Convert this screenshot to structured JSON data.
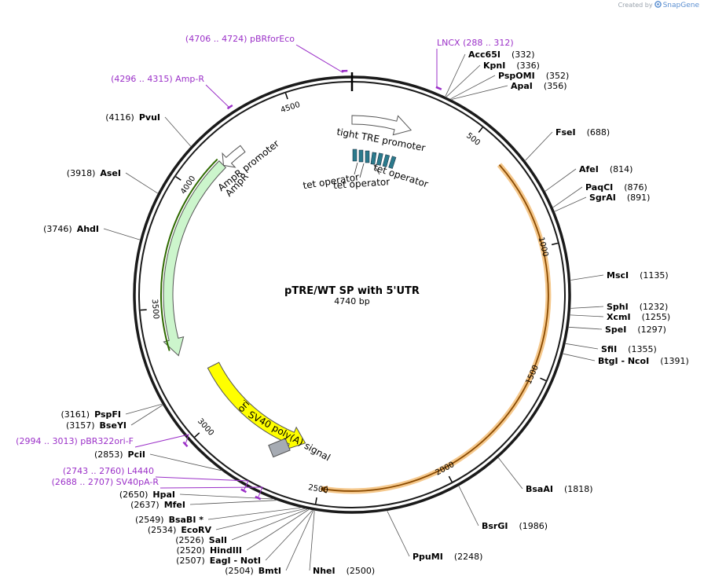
{
  "credit": {
    "prefix": "Created by",
    "brand": "SnapGene",
    "logo_icon": "snapgene-logo-icon"
  },
  "plasmid": {
    "name": "pTRE/WT SP with 5'UTR",
    "length_label": "4740 bp",
    "length": 4740
  },
  "ticks": [
    {
      "bp": 500,
      "label": "500"
    },
    {
      "bp": 1000,
      "label": "1000"
    },
    {
      "bp": 1500,
      "label": "1500"
    },
    {
      "bp": 2000,
      "label": "2000"
    },
    {
      "bp": 2500,
      "label": "2500"
    },
    {
      "bp": 3000,
      "label": "3000"
    },
    {
      "bp": 3500,
      "label": "3500"
    },
    {
      "bp": 4000,
      "label": "4000"
    },
    {
      "bp": 4500,
      "label": "4500"
    }
  ],
  "features": [
    {
      "id": "amp-r-arrow",
      "label": "AmpR",
      "start": 3300,
      "end": 4150,
      "direction": "reverse",
      "color": "#ccf5cc",
      "highlight": "#2f6b00"
    },
    {
      "id": "ampr-promoter-arrow",
      "label": "AmpR promoter",
      "start": 4150,
      "end": 4255,
      "direction": "reverse",
      "color": "#ffffff"
    },
    {
      "id": "tight-tre-promoter-arrow",
      "label": "tight TRE promoter",
      "start": 0,
      "end": 260,
      "direction": "forward",
      "color": "#ffffff"
    },
    {
      "id": "ori-arrow",
      "label": "ori",
      "start": 2600,
      "end": 3200,
      "direction": "reverse",
      "color": "#ffff00"
    },
    {
      "id": "sv40-polya-box",
      "label": "SV40 poly(A) signal",
      "start": 2530,
      "end": 2660,
      "color": "#a6abb3"
    },
    {
      "id": "cds-arc",
      "start": 640,
      "end": 2490,
      "color": "#f5c88c",
      "highlight": "#8a4a00"
    }
  ],
  "operators": {
    "label_a": "tet operator",
    "label_b": "tet operator",
    "label_c": "tet operator"
  },
  "sites": [
    {
      "name": "Acc65I",
      "pos": "(332)",
      "bp": 332
    },
    {
      "name": "KpnI",
      "pos": "(336)",
      "bp": 336
    },
    {
      "name": "PspOMI",
      "pos": "(352)",
      "bp": 352
    },
    {
      "name": "ApaI",
      "pos": "(356)",
      "bp": 356
    },
    {
      "name": "FseI",
      "pos": "(688)",
      "bp": 688
    },
    {
      "name": "AfeI",
      "pos": "(814)",
      "bp": 814
    },
    {
      "name": "PaqCI",
      "pos": "(876)",
      "bp": 876
    },
    {
      "name": "SgrAI",
      "pos": "(891)",
      "bp": 891
    },
    {
      "name": "MscI",
      "pos": "(1135)",
      "bp": 1135
    },
    {
      "name": "SphI",
      "pos": "(1232)",
      "bp": 1232
    },
    {
      "name": "XcmI",
      "pos": "(1255)",
      "bp": 1255
    },
    {
      "name": "SpeI",
      "pos": "(1297)",
      "bp": 1297
    },
    {
      "name": "SfiI",
      "pos": "(1355)",
      "bp": 1355
    },
    {
      "name": "BtgI - NcoI",
      "pos": "(1391)",
      "bp": 1391
    },
    {
      "name": "BsaAI",
      "pos": "(1818)",
      "bp": 1818
    },
    {
      "name": "BsrGI",
      "pos": "(1986)",
      "bp": 1986
    },
    {
      "name": "PpuMI",
      "pos": "(2248)",
      "bp": 2248
    },
    {
      "name": "NheI",
      "pos": "(2500)",
      "bp": 2500
    },
    {
      "name": "BmtI",
      "pos": "(2504)",
      "bp": 2504
    },
    {
      "name": "EagI - NotI",
      "pos": "(2507)",
      "bp": 2507
    },
    {
      "name": "HindIII",
      "pos": "(2520)",
      "bp": 2520
    },
    {
      "name": "SalI",
      "pos": "(2526)",
      "bp": 2526
    },
    {
      "name": "EcoRV",
      "pos": "(2534)",
      "bp": 2534
    },
    {
      "name": "BsaBI *",
      "pos": "(2549)",
      "bp": 2549
    },
    {
      "name": "MfeI",
      "pos": "(2637)",
      "bp": 2637
    },
    {
      "name": "HpaI",
      "pos": "(2650)",
      "bp": 2650
    },
    {
      "name": "PciI",
      "pos": "(2853)",
      "bp": 2853
    },
    {
      "name": "BseYI",
      "pos": "(3157)",
      "bp": 3157
    },
    {
      "name": "PspFI",
      "pos": "(3161)",
      "bp": 3161
    },
    {
      "name": "AhdI",
      "pos": "(3746)",
      "bp": 3746
    },
    {
      "name": "AseI",
      "pos": "(3918)",
      "bp": 3918
    },
    {
      "name": "PvuI",
      "pos": "(4116)",
      "bp": 4116
    }
  ],
  "primers": [
    {
      "label": "(4706 .. 4724)  pBRforEco",
      "bp": 4715
    },
    {
      "label": "(4296 .. 4315)  Amp-R",
      "bp": 4305
    },
    {
      "label": "LNCX    (288 .. 312)",
      "bp": 300
    },
    {
      "label": "(2994 .. 3013)  pBR322ori-F",
      "bp": 3003
    },
    {
      "label": "(2743 .. 2760)  L4440",
      "bp": 2751
    },
    {
      "label": "(2688 .. 2707)  SV40pA-R",
      "bp": 2697
    }
  ],
  "colors": {
    "backbone": "#1a1a1a",
    "primer": "#9b30c8",
    "operator": "#2b7a8c"
  }
}
